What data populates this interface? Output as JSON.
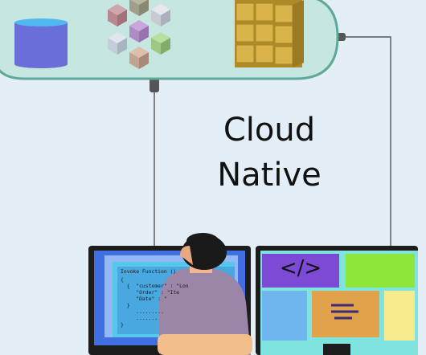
{
  "title": {
    "line1": "Cloud",
    "line2": "Native"
  },
  "editor": {
    "title": "Invoke Function ()",
    "lines": [
      "{",
      "  {  \"customer\" : \"Lon",
      "     \"Order\" : \"Ite",
      "     \"Date\" : \"",
      "  }",
      "     .........",
      "     .......",
      "}"
    ]
  },
  "right_monitor": {
    "code_tag": "</>"
  },
  "icons": [
    "database-icon",
    "cubes-icon",
    "block-grid-icon",
    "developer-icon",
    "code-icon",
    "text-lines-icon"
  ],
  "colors": {
    "background": "#e3eef6",
    "cloud": "#c6e6e0",
    "cloud_border": "#5fa89a",
    "database": "#6a6ed8",
    "gold_block": "#d8b44a",
    "left_screen": "#3f6fe0",
    "right_screen": "#7d4ad6",
    "green_panel": "#8ee63a",
    "orange_panel": "#e0a24a",
    "blue_panel": "#6fb6ef",
    "yellow_panel": "#f8eb8e"
  }
}
